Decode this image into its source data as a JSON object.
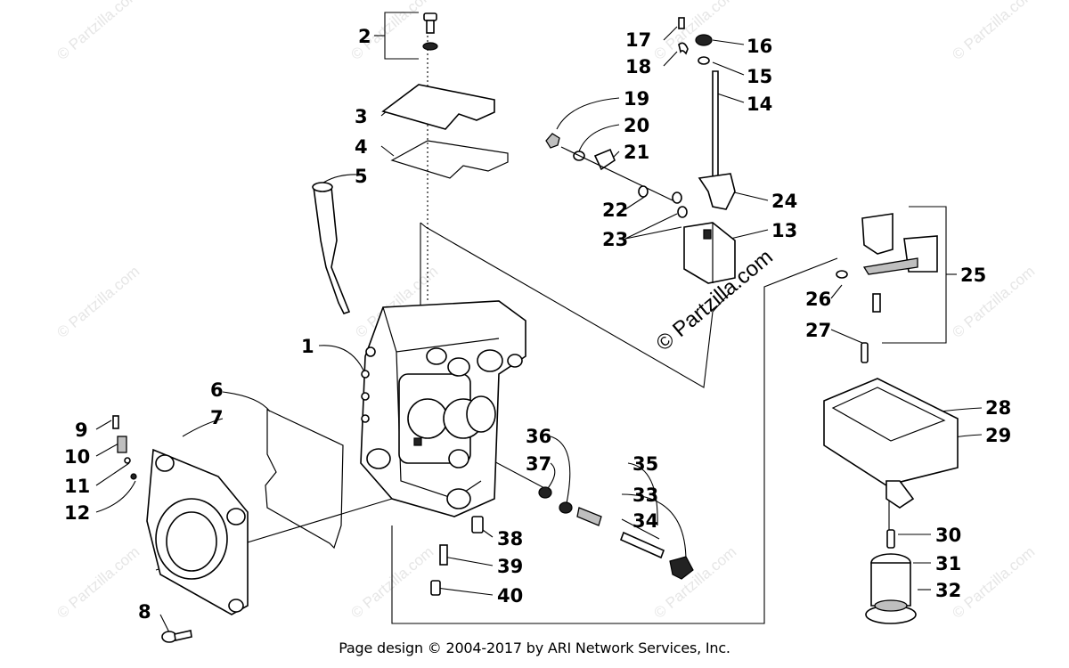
{
  "diagram": {
    "callouts": [
      "1",
      "2",
      "3",
      "4",
      "5",
      "6",
      "7",
      "8",
      "9",
      "10",
      "11",
      "12",
      "13",
      "14",
      "15",
      "16",
      "17",
      "18",
      "19",
      "20",
      "21",
      "22",
      "23",
      "24",
      "25",
      "26",
      "27",
      "28",
      "29",
      "30",
      "31",
      "32",
      "33",
      "34",
      "35",
      "36",
      "37",
      "38",
      "39",
      "40"
    ],
    "watermark_text": "© Partzilla.com",
    "watermark_main": "© Partzilla.com"
  },
  "footer": {
    "text": "Page design © 2004-2017 by ARI Network Services, Inc."
  }
}
